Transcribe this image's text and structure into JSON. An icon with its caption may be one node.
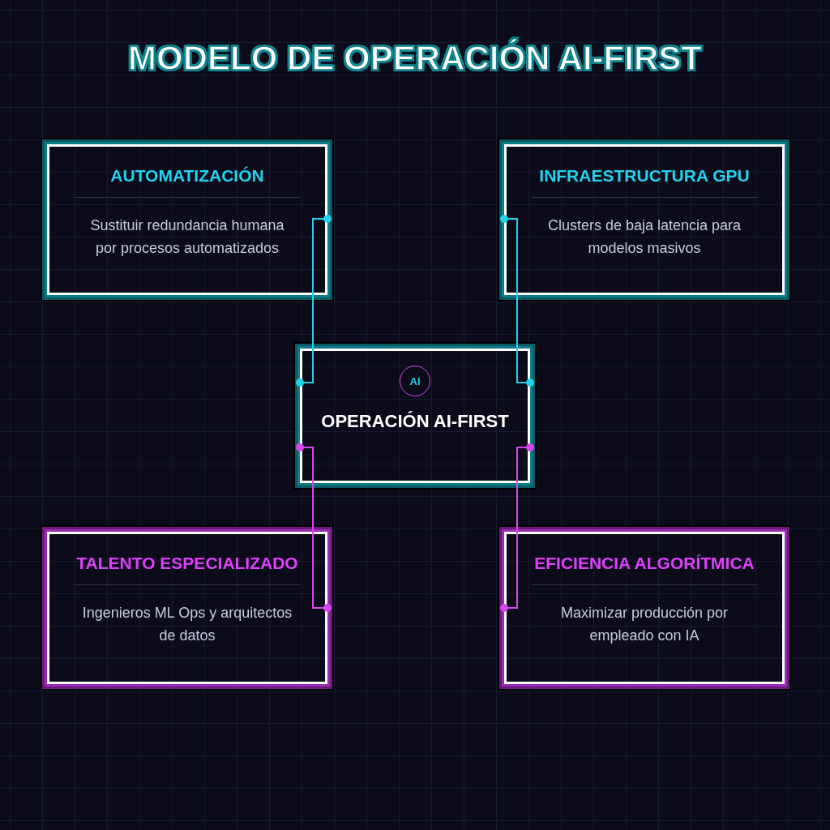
{
  "diagram": {
    "title": "MODELO DE OPERACIÓN AI-FIRST",
    "nodes": [
      {
        "text": [
          "AUTOMATIZACIÓN",
          "Sustituir redundancia humana por procesos automatizados"
        ]
      },
      {
        "text": [
          "INFRAESTRUCTURA GPU",
          "Clusters de baja latencia para modelos masivos"
        ]
      },
      {
        "text": [
          "OPERACIÓN AI-FIRST"
        ]
      },
      {
        "text": [
          "AI"
        ],
        "in": 2
      },
      {
        "text": [
          "TALENTO ESPECIALIZADO",
          "Ingenieros ML Ops y arquitectos de datos"
        ]
      },
      {
        "text": [
          "EFICIENCIA ALGORÍTMICA",
          "Maximizar producción por empleado con IA"
        ]
      }
    ],
    "edges": [
      {
        "from": 0,
        "to": 2,
        "arrow": "other",
        "color": "#22d3ee"
      },
      {
        "from": 1,
        "to": 2,
        "arrow": "other",
        "color": "#22d3ee"
      },
      {
        "from": 4,
        "to": 2,
        "arrow": "other",
        "color": "#d946ef"
      },
      {
        "from": 5,
        "to": 2,
        "arrow": "other",
        "color": "#d946ef"
      }
    ]
  }
}
